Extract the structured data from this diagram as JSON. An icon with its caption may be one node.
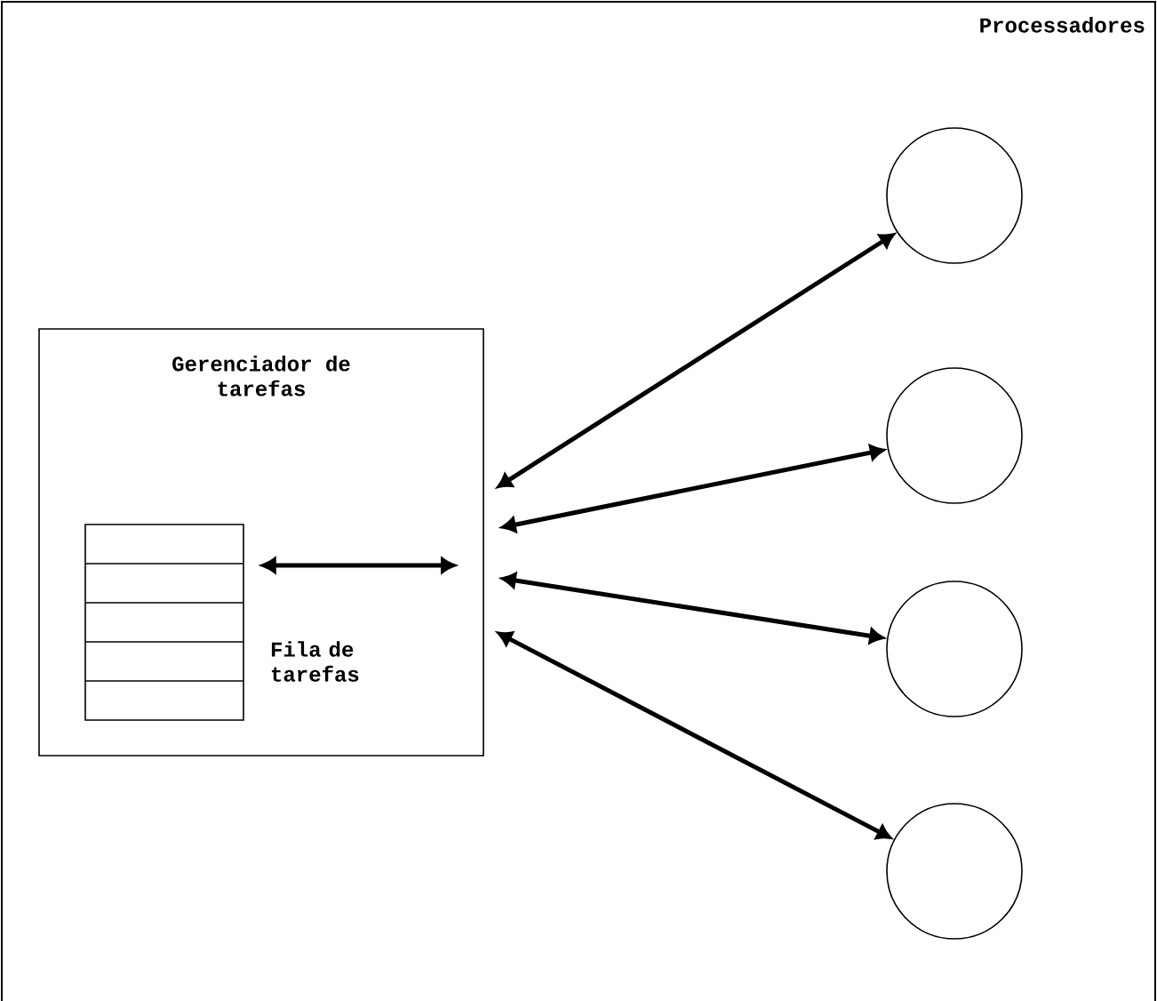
{
  "diagram": {
    "nodes": [
      {
        "text": [
          "Gerenciador de tarefas"
        ]
      },
      {
        "text": [],
        "shape": "box",
        "in": 0,
        "beside": [
          "Fila de tarefas"
        ]
      },
      {
        "text": [],
        "shape": "circle"
      },
      {
        "text": [],
        "shape": "circle"
      },
      {
        "text": [],
        "shape": "circle"
      },
      {
        "text": [],
        "shape": "circle"
      }
    ],
    "edges": [
      {
        "from": 1,
        "to": null,
        "arrow": "both"
      },
      {
        "from": 0,
        "to": 2,
        "arrow": "both"
      },
      {
        "from": 0,
        "to": 3,
        "arrow": "both"
      },
      {
        "from": 0,
        "to": 4,
        "arrow": "both"
      },
      {
        "from": 0,
        "to": 5,
        "arrow": "both"
      }
    ],
    "labels": [
      "Processadores"
    ]
  }
}
